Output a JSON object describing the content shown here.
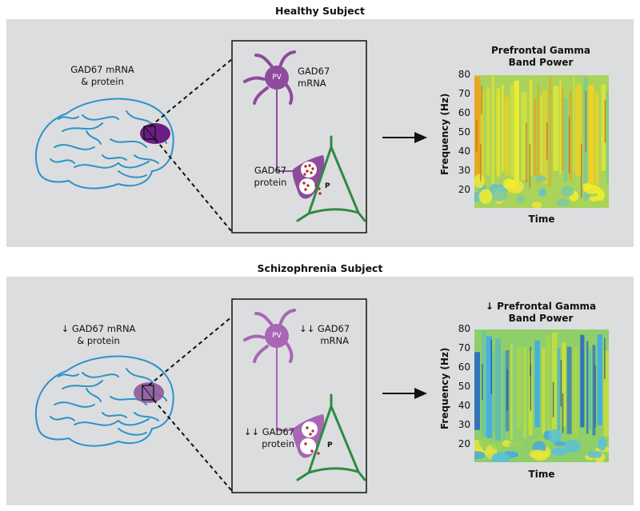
{
  "colors": {
    "panel_bg": "#dcdddf",
    "brain": "#2b93c9",
    "pv_healthy": "#8e4a9d",
    "pv_schizo": "#a866b4",
    "region_healthy": "#6a1e83",
    "region_schizo": "#8d5a9c",
    "pyramidal": "#2e8b43",
    "puncta": "#b0322a"
  },
  "panels": [
    {
      "id": "healthy",
      "title": "Healthy Subject",
      "brain_label_line1": "GAD67 mRNA",
      "brain_label_line2": "& protein",
      "pv_cell_label": "PV",
      "mrna_label_line1": "GAD67",
      "mrna_label_line2": "mRNA",
      "protein_label_line1": "GAD67",
      "protein_label_line2": "protein",
      "pyramidal_label": "P",
      "chart_title_line1": "Prefrontal Gamma",
      "chart_title_line2": "Band Power"
    },
    {
      "id": "schizophrenia",
      "title": "Schizophrenia Subject",
      "brain_label_line1": "↓ GAD67 mRNA",
      "brain_label_line2": "& protein",
      "pv_cell_label": "PV",
      "mrna_label_line1": "↓↓ GAD67",
      "mrna_label_line2": "mRNA",
      "protein_label_line1": "↓↓ GAD67",
      "protein_label_line2": "protein",
      "pyramidal_label": "P",
      "chart_title_line1": "↓ Prefrontal Gamma",
      "chart_title_line2": "Band Power"
    }
  ],
  "chart_data": [
    {
      "type": "heatmap",
      "title": "Prefrontal Gamma Band Power",
      "xlabel": "Time",
      "ylabel": "Frequency (Hz)",
      "yticks": [
        20,
        30,
        40,
        50,
        60,
        70,
        80
      ],
      "ylim": [
        13,
        80
      ],
      "description": "Time-frequency spectrogram dominated by yellow/orange vertical bursts across 30-80 Hz (high gamma power)",
      "power_level": "high"
    },
    {
      "type": "heatmap",
      "title": "↓ Prefrontal Gamma Band Power",
      "xlabel": "Time",
      "ylabel": "Frequency (Hz)",
      "yticks": [
        20,
        30,
        40,
        50,
        60,
        70,
        80
      ],
      "ylim": [
        13,
        80
      ],
      "description": "Time-frequency spectrogram dominated by green/cyan with blue streaks across 30-80 Hz (reduced gamma power)",
      "power_level": "low"
    }
  ]
}
